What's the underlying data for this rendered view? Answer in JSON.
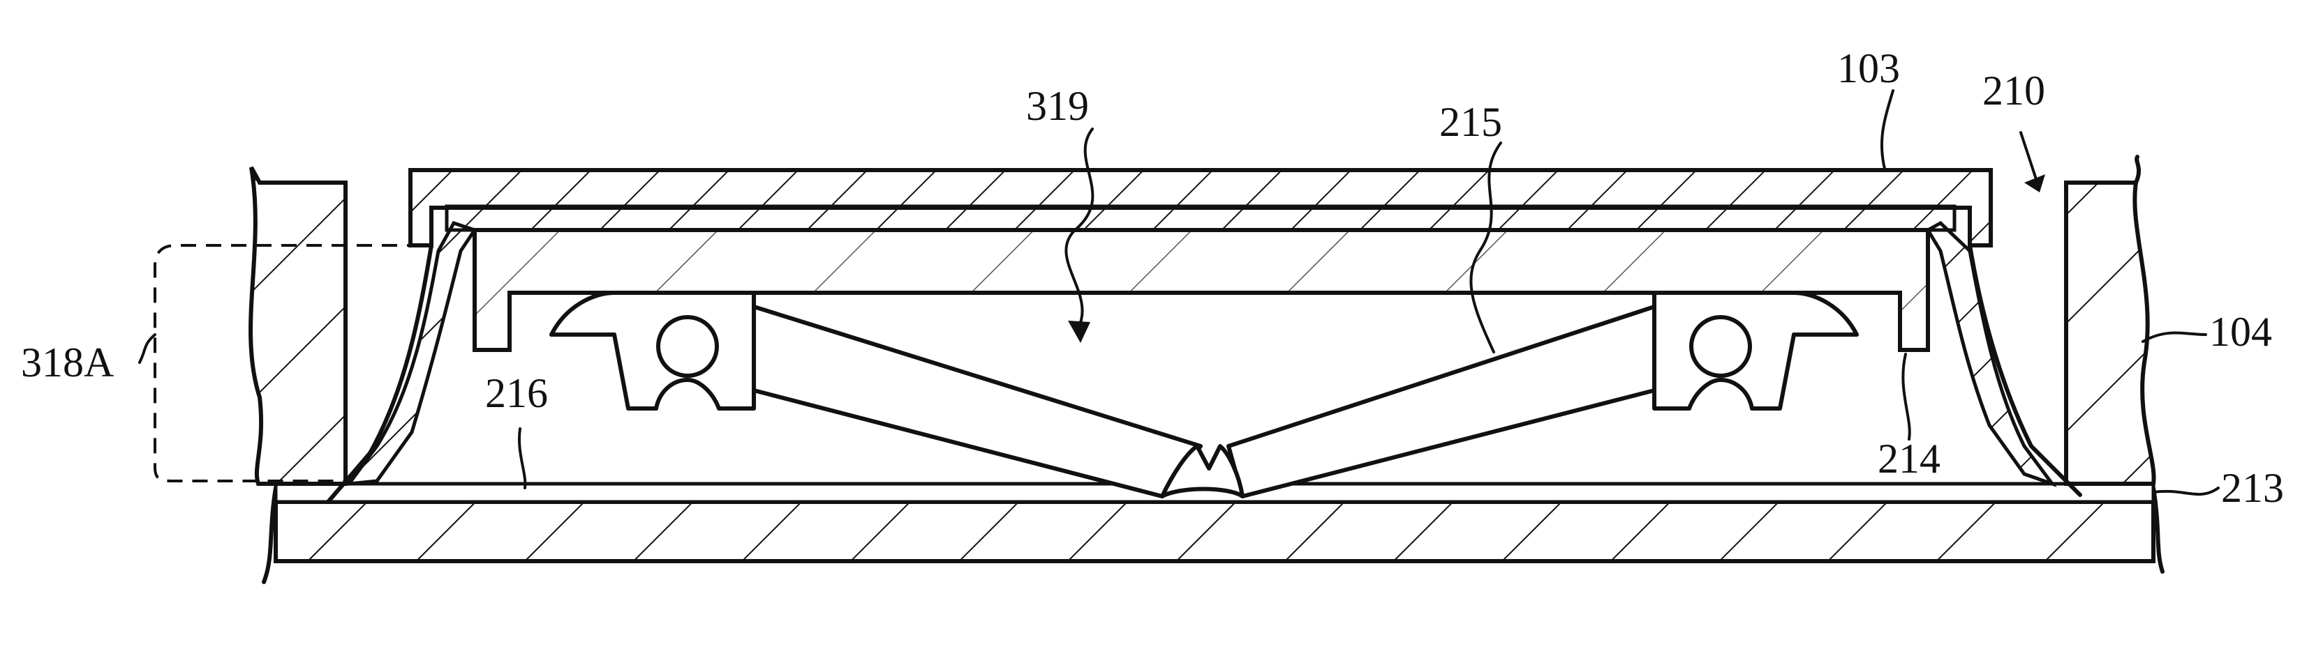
{
  "figure": {
    "labels": {
      "l103": "103",
      "l210": "210",
      "l319": "319",
      "l215": "215",
      "l104": "104",
      "l318A": "318A",
      "l216": "216",
      "l214": "214",
      "l213": "213"
    }
  }
}
